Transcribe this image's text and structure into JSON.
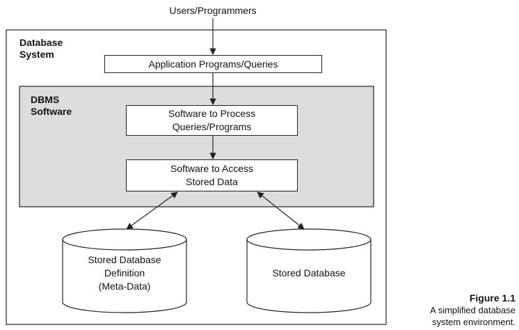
{
  "input_label": "Users/Programmers",
  "outer_container": {
    "title": [
      "Database",
      "System"
    ]
  },
  "application_box": {
    "label": "Application Programs/Queries"
  },
  "dbms_container": {
    "title": [
      "DBMS",
      "Software"
    ]
  },
  "process_box": {
    "lines": [
      "Software to Process",
      "Queries/Programs"
    ]
  },
  "access_box": {
    "lines": [
      "Software to Access",
      "Stored Data"
    ]
  },
  "metadata_store": {
    "lines": [
      "Stored Database",
      "Definition",
      "(Meta-Data)"
    ]
  },
  "database_store": {
    "lines": [
      "Stored Database"
    ]
  },
  "caption": {
    "label": "Figure 1.1",
    "lines": [
      "A simplified database",
      "system environment."
    ]
  },
  "colors": {
    "dbms_fill": "#dddddd",
    "stroke": "#222222",
    "background": "#ffffff"
  }
}
